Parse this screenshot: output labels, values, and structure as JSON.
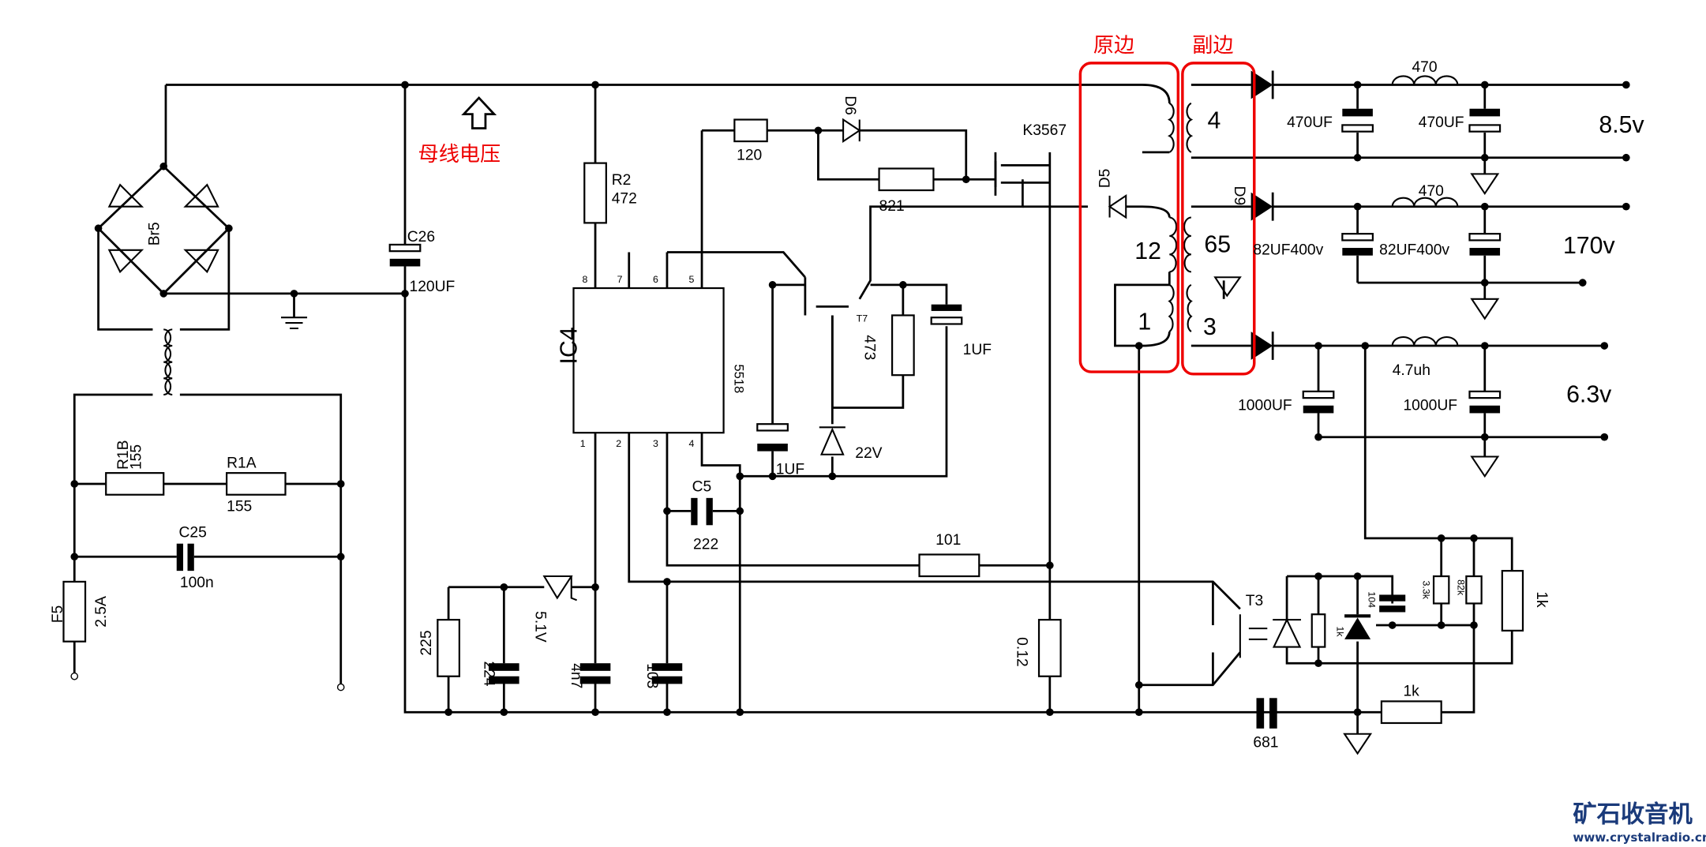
{
  "annotations": {
    "bus_voltage": "母线电压",
    "primary": "原边",
    "secondary": "副边"
  },
  "components": {
    "bridge": "Br5",
    "c26": {
      "name": "C26",
      "value": "120UF"
    },
    "r2": {
      "name": "R2",
      "value": "472"
    },
    "ic": {
      "name": "IC4",
      "part": "5518",
      "pins": [
        "8",
        "7",
        "6",
        "5",
        "1",
        "2",
        "3",
        "4"
      ]
    },
    "r120": "120",
    "d6": "D6",
    "r821": "821",
    "mosfet": "K3567",
    "t7": "T7",
    "r473": "473",
    "c1uf_a": "1UF",
    "c1uf_b": "1UF",
    "zener22": "22V",
    "r1b": {
      "name": "R1B",
      "value": "155"
    },
    "r1a": {
      "name": "R1A",
      "value": "155"
    },
    "c25": {
      "name": "C25",
      "value": "100n"
    },
    "f5": {
      "name": "F5",
      "value": "2.5A"
    },
    "c5": {
      "name": "C5",
      "value": "222"
    },
    "r101": "101",
    "r225": "225",
    "c224": "224",
    "zener51": "5.1V",
    "c4n7": "4n7",
    "c103": "103",
    "r012": "0.12",
    "d5": "D5",
    "w12": "12",
    "w1": "1",
    "w4": "4",
    "w65": "65",
    "w3": "3",
    "d9": "D9",
    "c470a": "470UF",
    "c470b": "470UF",
    "l470a": "470",
    "out1": "8.5v",
    "c82a": "82UF400v",
    "c82b": "82UF400v",
    "l470b": "470",
    "out2": "170v",
    "l47uh": "4.7uh",
    "c1000a": "1000UF",
    "c1000b": "1000UF",
    "out3": "6.3v",
    "t3": "T3",
    "r1k_small": "1k",
    "c104": "104",
    "r33k": "3.3k",
    "r82k": "82k",
    "r1k_big": "1k",
    "r1k_bottom": "1k",
    "c681": "681"
  },
  "logo": {
    "cn": "矿石收音机",
    "url": "www.crystalradio.cn"
  },
  "colors": {
    "annotation": "#e00000",
    "logo": "#1a3a7a"
  }
}
